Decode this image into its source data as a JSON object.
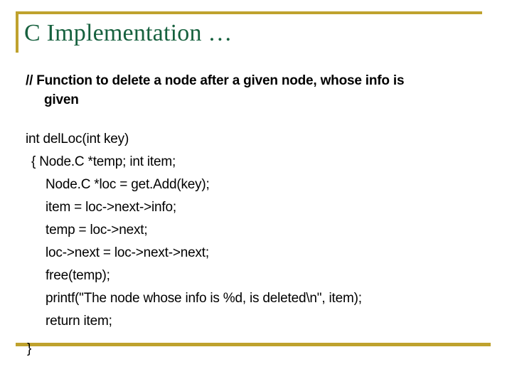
{
  "slide": {
    "title": "C Implementation …",
    "accent_color": "#bfa22e",
    "title_color": "#17613f",
    "text_color": "#000000",
    "background_color": "#ffffff",
    "comment": {
      "line1": "// Function to delete a node after a given node, whose info is",
      "line2": "given"
    },
    "code_lines": [
      {
        "text": "int delLoc(int key)",
        "indent": 0
      },
      {
        "text": "{ Node.C *temp; int item;",
        "indent": 1
      },
      {
        "text": "Node.C *loc = get.Add(key);",
        "indent": 2
      },
      {
        "text": "item = loc->next->info;",
        "indent": 2
      },
      {
        "text": "temp = loc->next;",
        "indent": 2
      },
      {
        "text": "loc->next = loc->next->next;",
        "indent": 2
      },
      {
        "text": "free(temp);",
        "indent": 2
      },
      {
        "text": "printf(\"The node whose info is %d, is deleted\\n\", item);",
        "indent": 2
      },
      {
        "text": "return item;",
        "indent": 2
      }
    ],
    "closing_brace": "}"
  }
}
